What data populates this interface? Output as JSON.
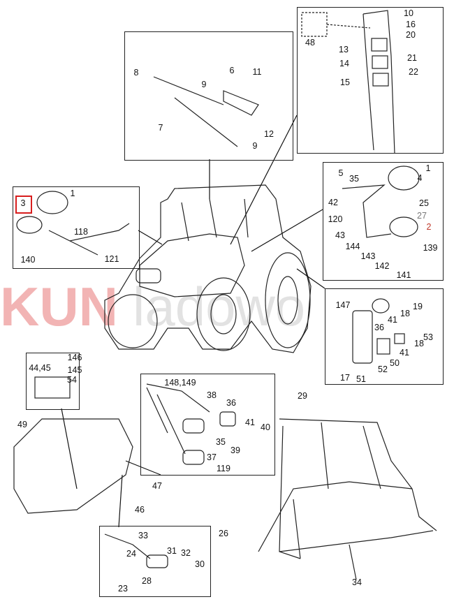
{
  "watermark": {
    "left": "KUN",
    "right": "ladowo"
  },
  "highlight_label": "3",
  "labels": [
    "8",
    "9",
    "6",
    "11",
    "7",
    "12",
    "9",
    "10",
    "16",
    "20",
    "13",
    "21",
    "14",
    "22",
    "15",
    "48",
    "1",
    "5",
    "35",
    "4",
    "42",
    "25",
    "27",
    "120",
    "2",
    "43",
    "144",
    "139",
    "143",
    "142",
    "141",
    "1",
    "118",
    "140",
    "121",
    "147",
    "19",
    "18",
    "41",
    "36",
    "53",
    "18",
    "41",
    "50",
    "52",
    "17",
    "51",
    "44,45",
    "146",
    "145",
    "54",
    "148,149",
    "38",
    "36",
    "41",
    "40",
    "35",
    "39",
    "37",
    "119",
    "33",
    "24",
    "31",
    "32",
    "30",
    "28",
    "23",
    "49",
    "47",
    "46",
    "29",
    "26",
    "34"
  ]
}
